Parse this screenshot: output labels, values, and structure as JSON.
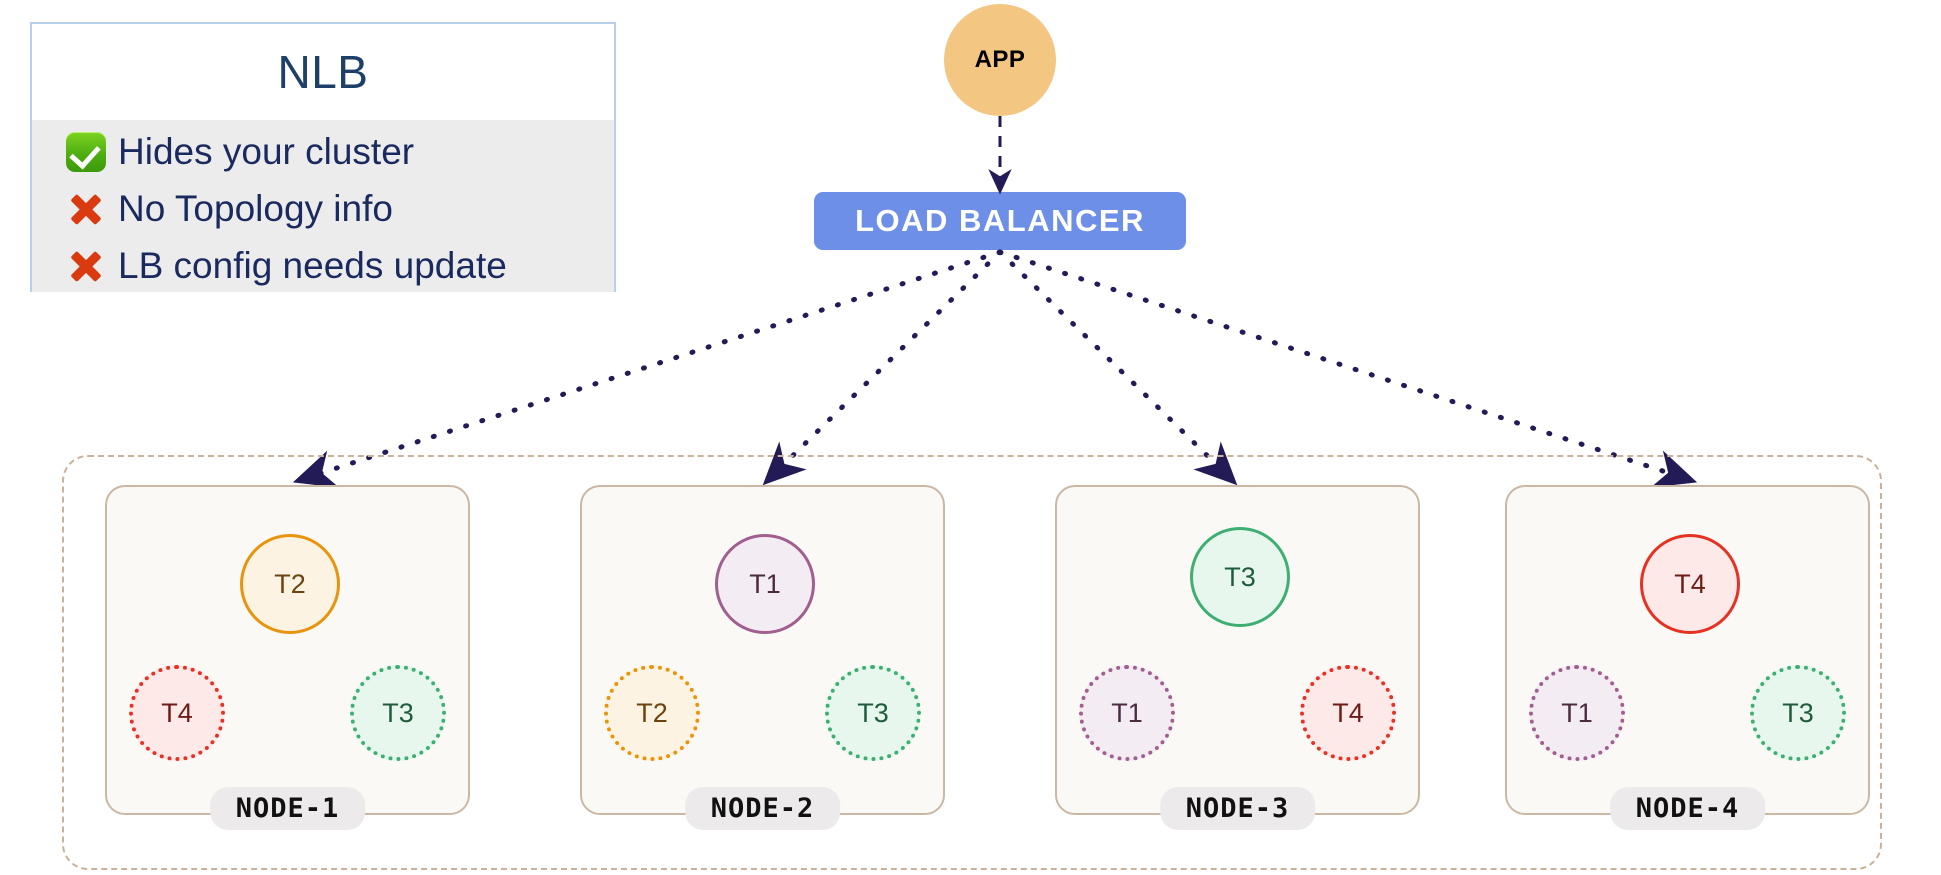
{
  "legend": {
    "title": "NLB",
    "items": [
      {
        "icon": "green-check-icon",
        "mark": "check",
        "text": "Hides your cluster"
      },
      {
        "icon": "red-cross-icon",
        "mark": "cross",
        "text": "No Topology info"
      },
      {
        "icon": "red-cross-icon",
        "mark": "cross",
        "text": "LB config needs update"
      }
    ],
    "border_color": "#b9d0ec",
    "title_color": "#1d3f68",
    "body_bg": "#ececec",
    "check_color": "#4fae12",
    "cross_color": "#d93a10"
  },
  "app": {
    "label": "APP",
    "fill": "#f3c682",
    "text_color": "#000000"
  },
  "load_balancer": {
    "label": "LOAD  BALANCER",
    "fill": "#6e8fe8",
    "text_color": "#ffffff"
  },
  "edges": {
    "style": "dotted",
    "color": "#231b55",
    "arrowhead": "solid-triangle",
    "app_to_lb": "dashed"
  },
  "cluster": {
    "border_color": "#c9b29b",
    "border_style": "dash-dot"
  },
  "palette": {
    "T1": {
      "stroke": "#a05f8e",
      "fill": "#f4ecf3",
      "text": "#4a2b3f"
    },
    "T2": {
      "stroke": "#e8940c",
      "fill": "#fdf3e3",
      "text": "#6b4410"
    },
    "T3": {
      "stroke": "#3fae72",
      "fill": "#e7f7ed",
      "text": "#1f5c3b"
    },
    "T4": {
      "stroke": "#e53224",
      "fill": "#fce9e8",
      "text": "#6e1c17"
    }
  },
  "nodes": [
    {
      "label": "NODE-1",
      "primary": {
        "label": "T2",
        "shard": "T2"
      },
      "replicas": [
        {
          "label": "T4",
          "shard": "T4"
        },
        {
          "label": "T3",
          "shard": "T3"
        }
      ]
    },
    {
      "label": "NODE-2",
      "primary": {
        "label": "T1",
        "shard": "T1"
      },
      "replicas": [
        {
          "label": "T2",
          "shard": "T2"
        },
        {
          "label": "T3",
          "shard": "T3"
        }
      ]
    },
    {
      "label": "NODE-3",
      "primary": {
        "label": "T3",
        "shard": "T3"
      },
      "replicas": [
        {
          "label": "T1",
          "shard": "T1"
        },
        {
          "label": "T4",
          "shard": "T4"
        }
      ]
    },
    {
      "label": "NODE-4",
      "primary": {
        "label": "T4",
        "shard": "T4"
      },
      "replicas": [
        {
          "label": "T1",
          "shard": "T1"
        },
        {
          "label": "T3",
          "shard": "T3"
        }
      ]
    }
  ]
}
